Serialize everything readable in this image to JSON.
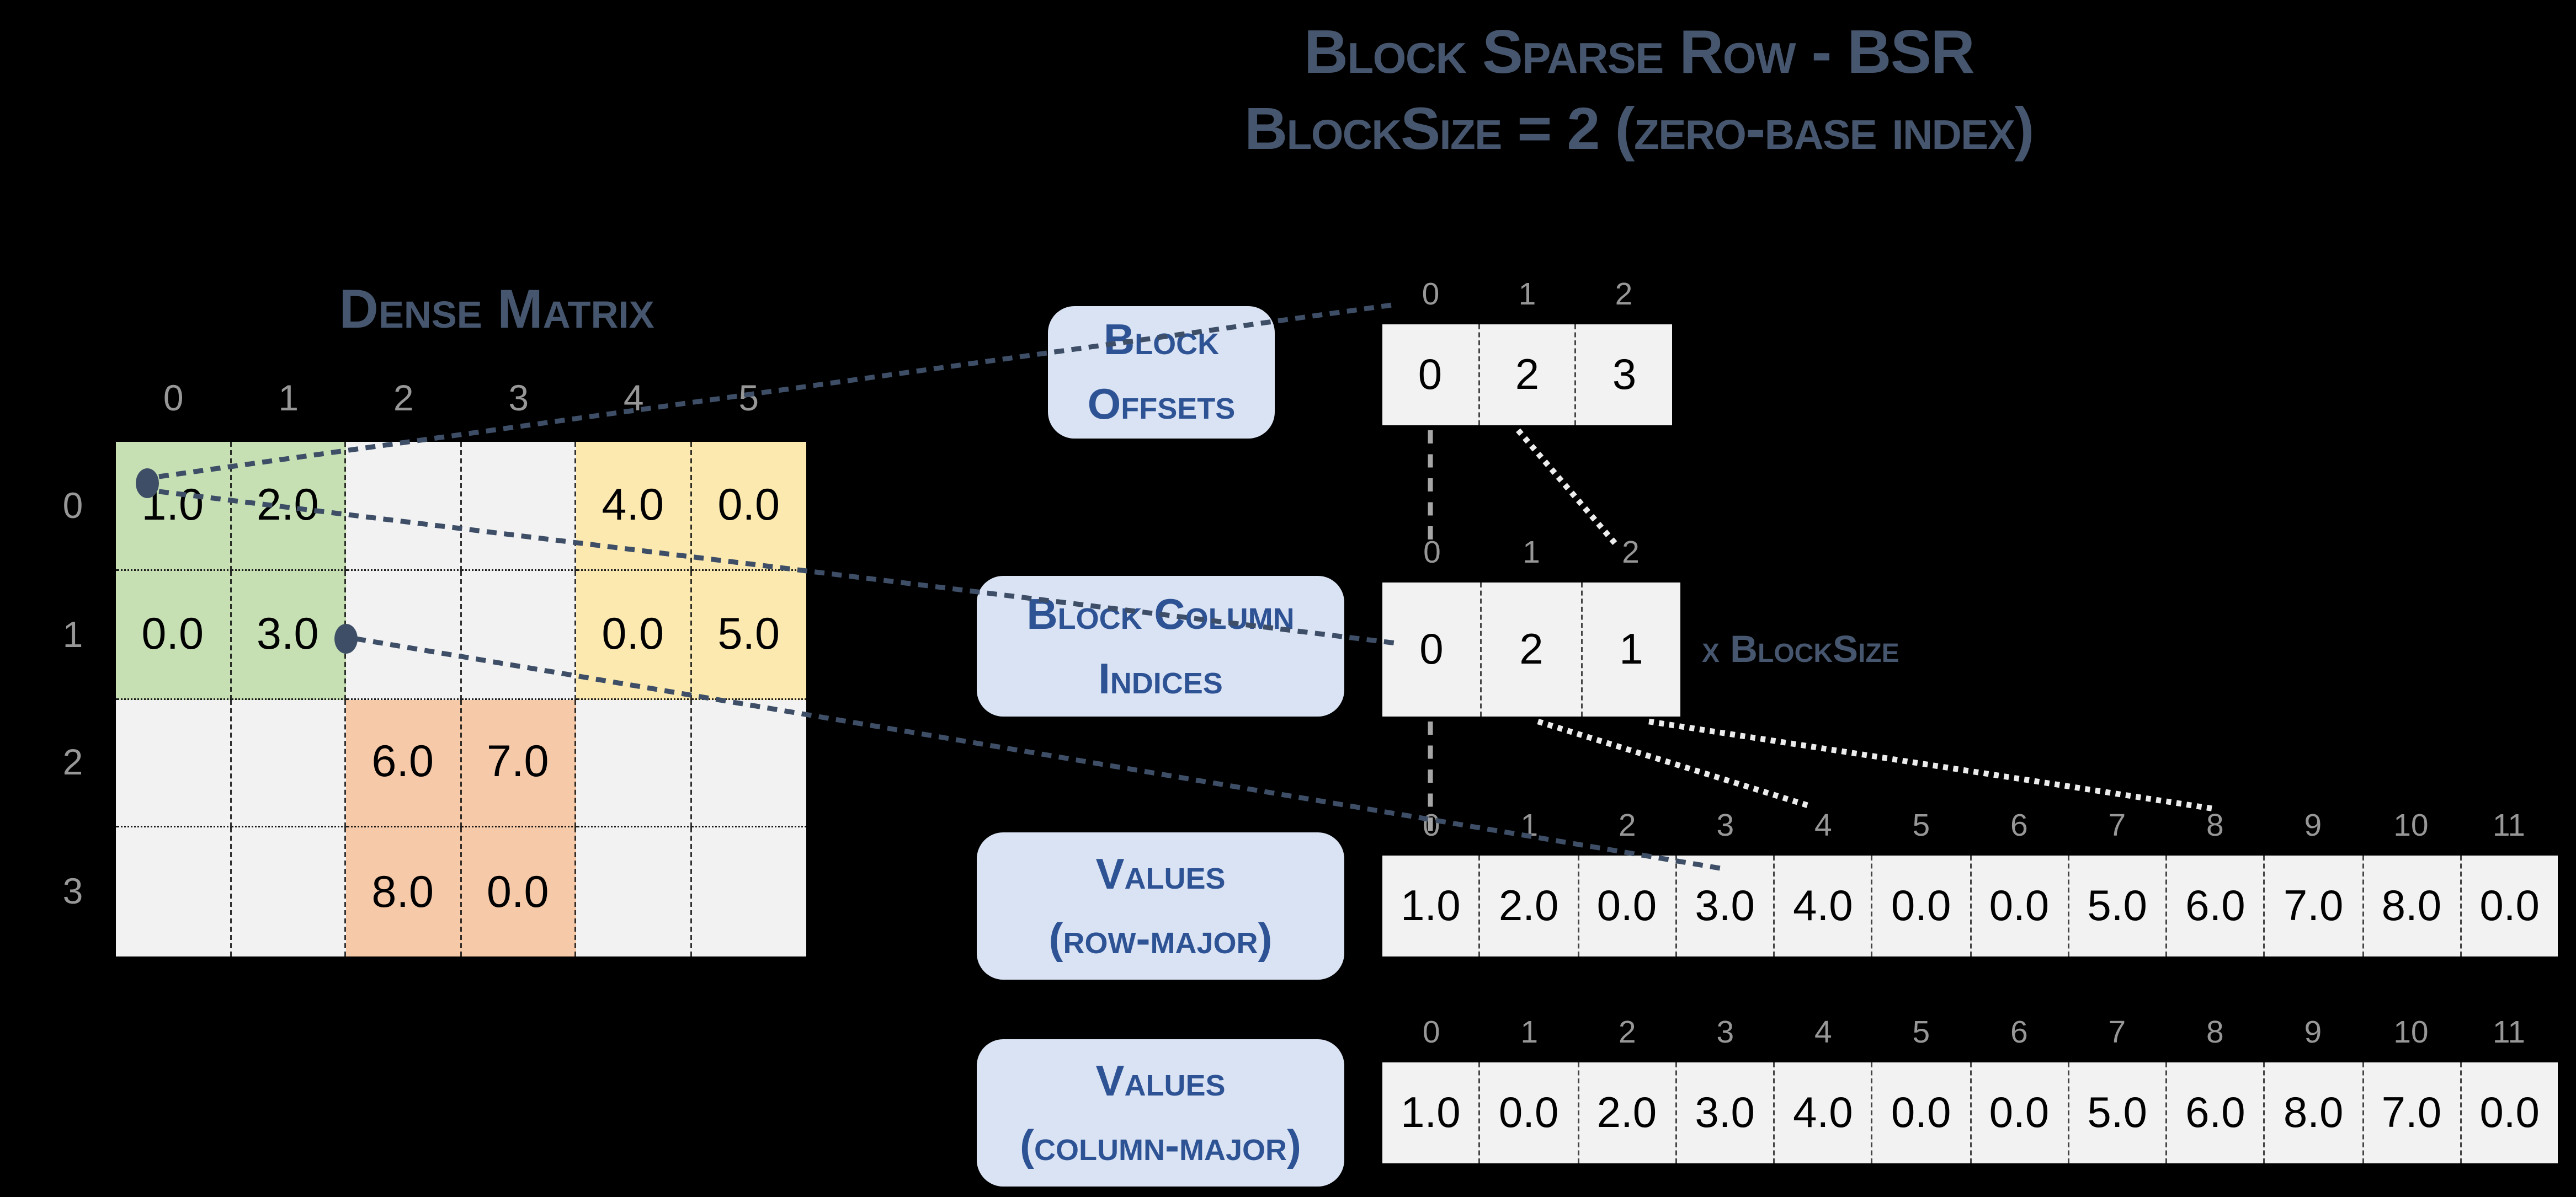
{
  "title": {
    "line1": "Block Sparse Row - BSR",
    "line2": "BlockSize = 2 (zero-base index)"
  },
  "palette": {
    "green": "#c6e0b4",
    "yellow": "#fbe9b0",
    "orange": "#f6c9a8",
    "cellgray": "#f2f2f2",
    "slate": "#46566e",
    "labelblue": "#2e5395",
    "labelbox": "#dae3f3",
    "indexgray": "#979797",
    "connector": "#3d4e66"
  },
  "dense_matrix": {
    "title": "Dense Matrix",
    "col_headers": [
      "0",
      "1",
      "2",
      "3",
      "4",
      "5"
    ],
    "row_headers": [
      "0",
      "1",
      "2",
      "3"
    ],
    "rows": [
      {
        "values": [
          "1.0",
          "2.0",
          "",
          "",
          "4.0",
          "0.0"
        ],
        "colors": [
          "green",
          "green",
          "empty",
          "empty",
          "yellow",
          "yellow"
        ]
      },
      {
        "values": [
          "0.0",
          "3.0",
          "",
          "",
          "0.0",
          "5.0"
        ],
        "colors": [
          "green",
          "green",
          "empty",
          "empty",
          "yellow",
          "yellow"
        ]
      },
      {
        "values": [
          "",
          "",
          "6.0",
          "7.0",
          "",
          ""
        ],
        "colors": [
          "empty",
          "empty",
          "orange",
          "orange",
          "empty",
          "empty"
        ]
      },
      {
        "values": [
          "",
          "",
          "8.0",
          "0.0",
          "",
          ""
        ],
        "colors": [
          "empty",
          "empty",
          "orange",
          "orange",
          "empty",
          "empty"
        ]
      }
    ]
  },
  "block_offsets": {
    "label_line1": "Block",
    "label_line2": "Offsets",
    "indices": [
      "0",
      "1",
      "2"
    ],
    "values": [
      "0",
      "2",
      "3"
    ],
    "colors": [
      "empty",
      "empty",
      "empty"
    ]
  },
  "block_column_indices": {
    "label_line1": "Block Column",
    "label_line2": "Indices",
    "indices": [
      "0",
      "1",
      "2"
    ],
    "values": [
      "0",
      "2",
      "1"
    ],
    "colors": [
      "empty",
      "empty",
      "hatch"
    ],
    "annotation": "x BlockSize"
  },
  "values_row_major": {
    "label_line1": "Values",
    "label_line2": "(row-major)",
    "indices": [
      "0",
      "1",
      "2",
      "3",
      "4",
      "5",
      "6",
      "7",
      "8",
      "9",
      "10",
      "11"
    ],
    "values": [
      "1.0",
      "2.0",
      "0.0",
      "3.0",
      "4.0",
      "0.0",
      "0.0",
      "5.0",
      "6.0",
      "7.0",
      "8.0",
      "0.0"
    ],
    "colors": [
      "green",
      "green",
      "green",
      "green",
      "yellow",
      "yellow",
      "yellow",
      "yellow",
      "orange",
      "orange",
      "orange",
      "orange"
    ]
  },
  "values_col_major": {
    "label_line1": "Values",
    "label_line2": "(column-major)",
    "indices": [
      "0",
      "1",
      "2",
      "3",
      "4",
      "5",
      "6",
      "7",
      "8",
      "9",
      "10",
      "11"
    ],
    "values": [
      "1.0",
      "0.0",
      "2.0",
      "3.0",
      "4.0",
      "0.0",
      "0.0",
      "5.0",
      "6.0",
      "8.0",
      "7.0",
      "0.0"
    ],
    "colors": [
      "green",
      "green",
      "green",
      "green",
      "yellow",
      "yellow",
      "yellow",
      "yellow",
      "orange",
      "orange",
      "orange",
      "orange"
    ]
  }
}
